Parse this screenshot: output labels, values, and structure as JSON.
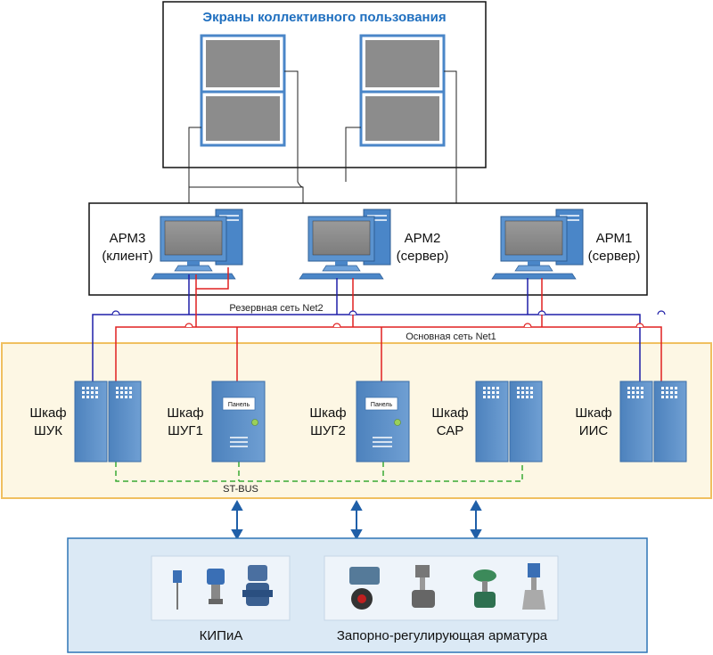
{
  "screens_box": {
    "title": "Экраны коллективного пользования"
  },
  "workstations": [
    {
      "id": "arm3",
      "name": "АРМ3",
      "role": "(клиент)"
    },
    {
      "id": "arm2",
      "name": "АРМ2",
      "role": "(сервер)"
    },
    {
      "id": "arm1",
      "name": "АРМ1",
      "role": "(сервер)"
    }
  ],
  "networks": {
    "reserve_label": "Резервная сеть Net2",
    "main_label": "Основная сеть Net1",
    "bus_label": "ST-BUS",
    "reserve_color": "#1f1fa8",
    "main_color": "#e02020",
    "bus_color": "#3aaa35"
  },
  "cabinets": [
    {
      "id": "shuk",
      "line1": "Шкаф",
      "line2": "ШУК",
      "type": "double"
    },
    {
      "id": "shug1",
      "line1": "Шкаф",
      "line2": "ШУГ1",
      "type": "panel",
      "panel_label": "Панель"
    },
    {
      "id": "shug2",
      "line1": "Шкаф",
      "line2": "ШУГ2",
      "type": "panel",
      "panel_label": "Панель"
    },
    {
      "id": "sar",
      "line1": "Шкаф",
      "line2": "САР",
      "type": "double"
    },
    {
      "id": "iis",
      "line1": "Шкаф",
      "line2": "ИИС",
      "type": "double"
    }
  ],
  "field": {
    "kip_label": "КИПиА",
    "valves_label": "Запорно-регулирующая арматура"
  },
  "colors": {
    "title_blue": "#1f6fbf",
    "cabinet_fill": "#5b8fc7",
    "cabinet_zone_fill": "#fdf7e4",
    "cabinet_zone_border": "#f0c060",
    "field_fill": "#dbe9f5",
    "field_border": "#2e75b6",
    "arrow_blue": "#1f5fa8"
  }
}
